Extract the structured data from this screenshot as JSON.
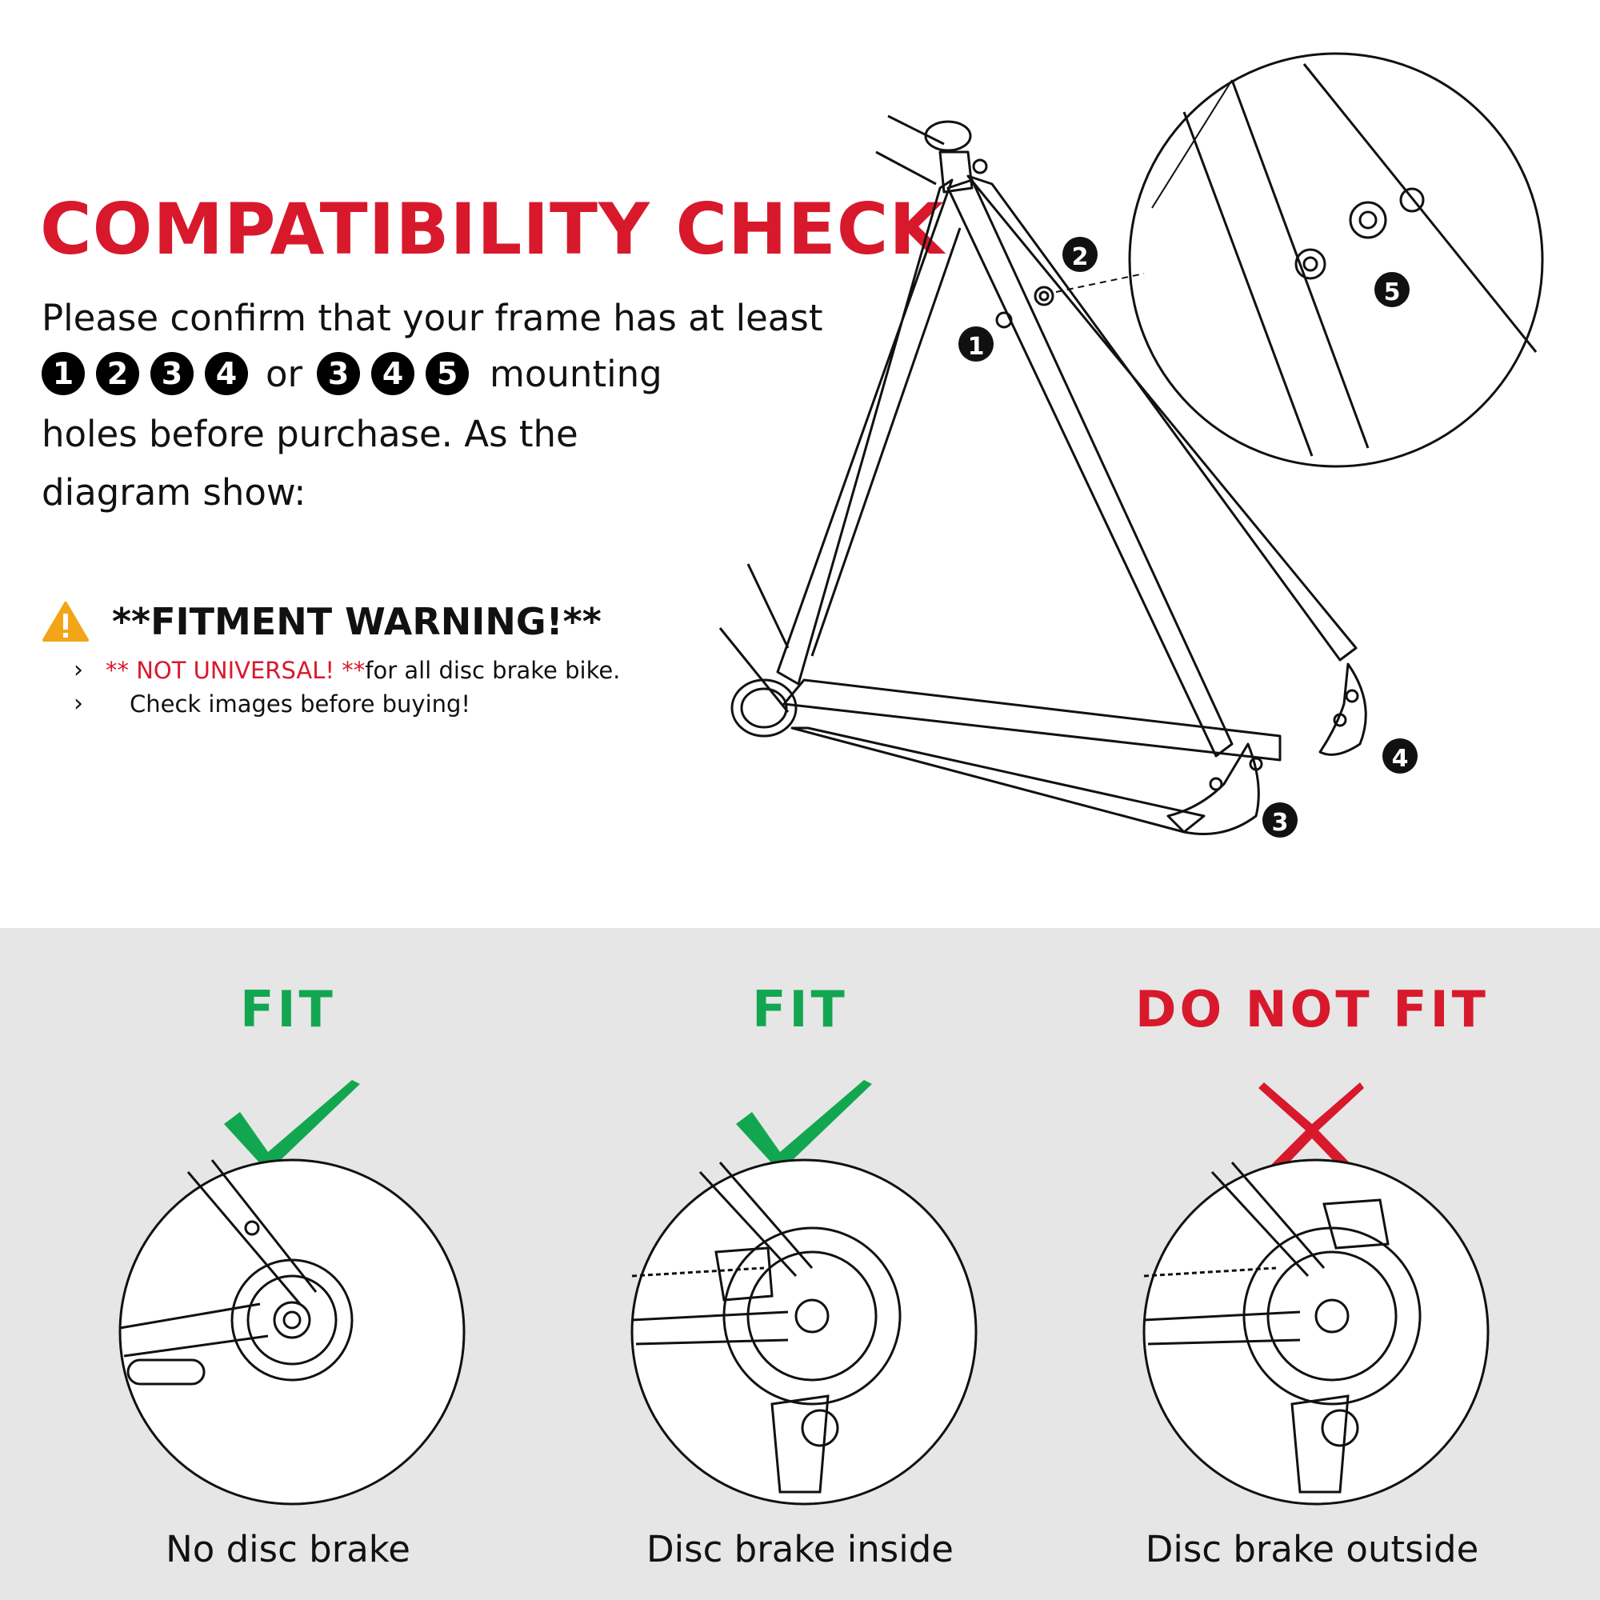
{
  "colors": {
    "red": "#d8192c",
    "green": "#12a650",
    "black": "#111111",
    "grey_band": "#e6e6e6",
    "warning_yellow": "#f2a516"
  },
  "header": {
    "title": "COMPATIBILITY CHECK",
    "intro_line1": "Please confirm that your frame has at least",
    "set_a": [
      "1",
      "2",
      "3",
      "4"
    ],
    "or_word": "or",
    "set_b": [
      "3",
      "4",
      "5"
    ],
    "mounting_word": "mounting",
    "intro_line3": "holes before purchase. As the",
    "intro_line4": "diagram show:"
  },
  "warning": {
    "icon": "warning-triangle-icon",
    "title": "**FITMENT WARNING!**",
    "bullet1_red": "** NOT UNIVERSAL! **",
    "bullet1_rest": " for all disc brake bike.",
    "bullet2": "Check images before buying!"
  },
  "diagram": {
    "labels": [
      "1",
      "2",
      "3",
      "4",
      "5"
    ]
  },
  "options": [
    {
      "status": "FIT",
      "mark": "check-icon",
      "caption": "No disc brake"
    },
    {
      "status": "FIT",
      "mark": "check-icon",
      "caption": "Disc brake inside"
    },
    {
      "status": "DO NOT FIT",
      "mark": "cross-icon",
      "caption": "Disc brake outside"
    }
  ]
}
